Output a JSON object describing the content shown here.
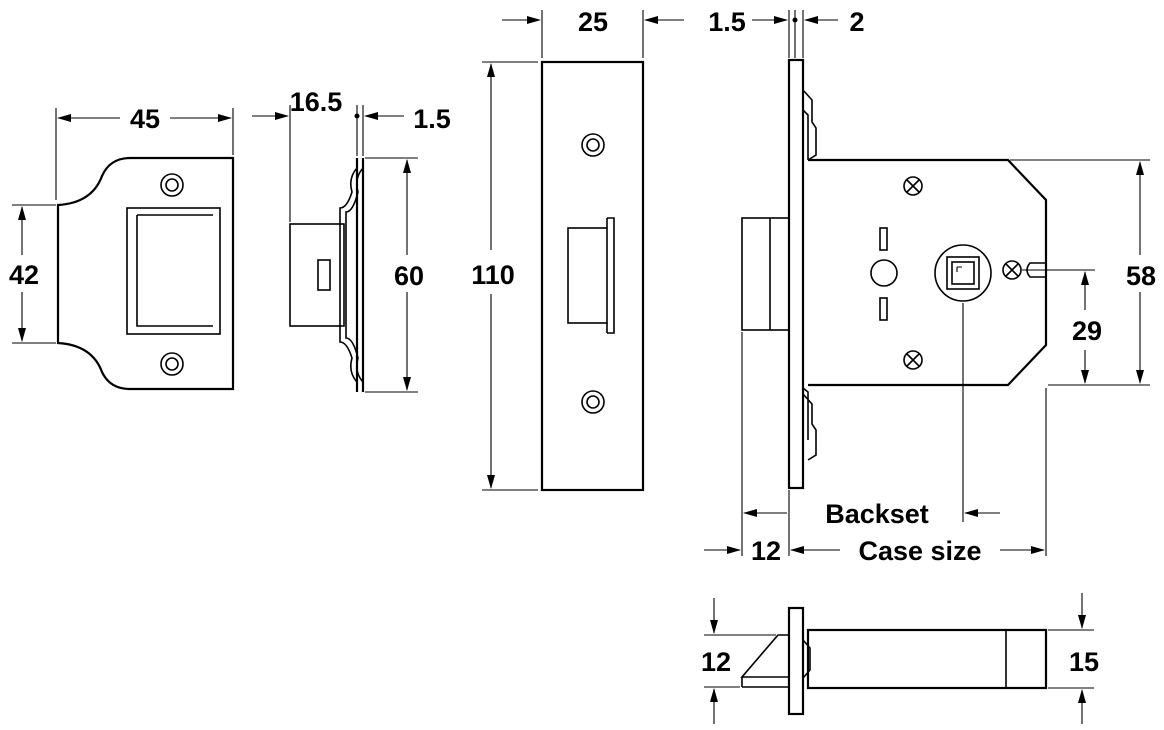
{
  "diagram": {
    "dimensions": {
      "keep_width": "45",
      "keep_height": "42",
      "keep_depth": "16.5",
      "keep_plate_thickness": "1.5",
      "keep_plate_height": "60",
      "forend_width": "25",
      "forend_height": "110",
      "case_forend_thickness": "1.5",
      "case_plate_thickness": "2",
      "case_height": "58",
      "follower_centre_height": "29",
      "latch_projection": "12",
      "latch_bolt_height": "12",
      "case_depth": "15"
    },
    "labels": {
      "backset": "Backset",
      "case_size": "Case size"
    }
  }
}
